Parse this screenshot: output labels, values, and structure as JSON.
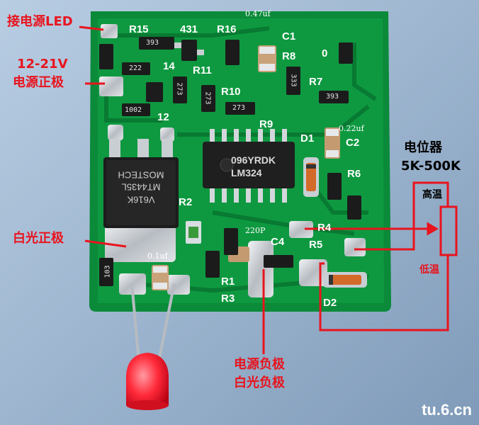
{
  "annotations": {
    "led_connect": "接电源LED",
    "voltage": "12-21V",
    "power_positive": "电源正极",
    "white_positive": "白光正极",
    "potentiometer": "电位器",
    "pot_range": "5K-500K",
    "high_temp": "高温",
    "low_temp": "低温",
    "power_negative": "电源负极",
    "white_negative": "白光负极"
  },
  "capacitor_values": {
    "c1": "0.47uf",
    "c2": "0.22uf",
    "c4": "220P",
    "c_led": "0.1uf"
  },
  "silkscreen": {
    "r15": "R15",
    "q431": "431",
    "r16": "R16",
    "c1": "C1",
    "r8": "R8",
    "zero": "0",
    "r14": "14",
    "r11": "R11",
    "r7": "R7",
    "r10": "R10",
    "r12": "12",
    "r9": "R9",
    "d1": "D1",
    "c2": "C2",
    "r6": "R6",
    "r2": "R2",
    "r4": "R4",
    "c4": "C4",
    "r5": "R5",
    "r1": "R1",
    "r3": "R3",
    "d2": "D2"
  },
  "chips": {
    "lm324_line1": "096YRDK",
    "lm324_line2": "LM324",
    "mos_line1": "V616K",
    "mos_line2": "MT4435L",
    "mos_line3": "MOSTECH"
  },
  "resistor_codes": {
    "r15": "393",
    "r222": "222",
    "r1002": "1002",
    "r273a": "273",
    "r273b": "273",
    "r273c": "273",
    "r393": "393",
    "r333": "333",
    "r103": "103"
  },
  "watermark": "tu.6.cn"
}
